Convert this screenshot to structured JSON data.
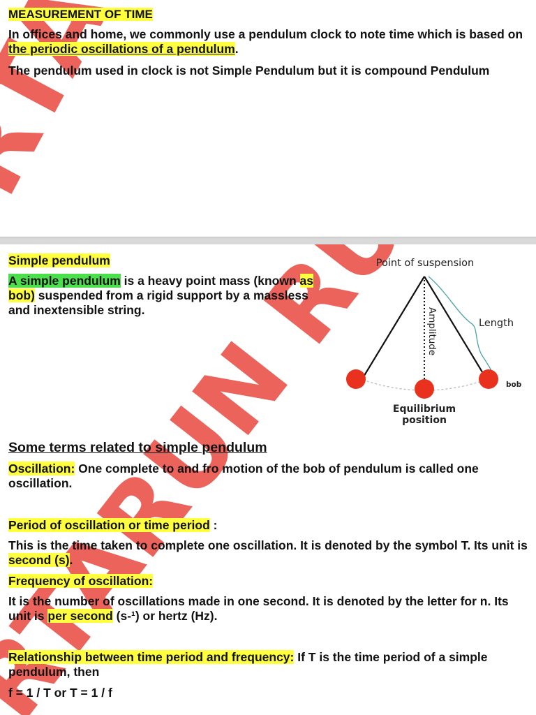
{
  "top_section": {
    "heading": "MEASUREMENT OF TIME",
    "para1_start": "In offices and home, we commonly use a pendulum clock to note time which is based on ",
    "para1_highlight": "the periodic oscillations of a pendulum",
    "para1_end": ".",
    "para2": "The pendulum used in clock is not Simple Pendulum but it is compound Pendulum"
  },
  "simple_pendulum": {
    "heading": "Simple pendulum",
    "def_highlight": "A simple pendulum",
    "def_part1": " is a heavy point mass (known ",
    "def_highlight_bob": "as bob)",
    "def_part2": " suspended from a rigid support by a massless and inextensible string."
  },
  "diagram": {
    "point_of_suspension": "Point of suspension",
    "length": "Length",
    "amplitude": "Amplitude",
    "bob": "bob",
    "equilibrium_1": "Equilibrium",
    "equilibrium_2": "position"
  },
  "terms": {
    "heading": "Some terms related to simple pendulum",
    "oscillation_label": "Oscillation:",
    "oscillation_text": " One complete to and fro motion of the bob of pendulum is called one oscillation.",
    "period_heading": "Period of oscillation or time period",
    "period_colon": " :",
    "period_text_start": "This is the time taken to complete one oscillation. It is denoted by the symbol T. Its unit is ",
    "period_unit": "second (s)",
    "period_text_end": ".",
    "freq_heading": "Frequency of oscillation:",
    "freq_text_start": "It is the number of oscillations made in one second. It is denoted by the letter for n. Its unit is ",
    "freq_unit": "per second",
    "freq_text_end": " (s-¹) or hertz (Hz).",
    "relation_heading": "Relationship between time period and frequency:",
    "relation_text": " If T is the time period of a simple pendulum, then",
    "formula": "f = 1 / T or T = 1 / f"
  },
  "colors": {
    "highlight_yellow": "#ffff3d",
    "highlight_green": "#4be04b",
    "bob_red": "#e8321e",
    "watermark": "#e8483e"
  }
}
